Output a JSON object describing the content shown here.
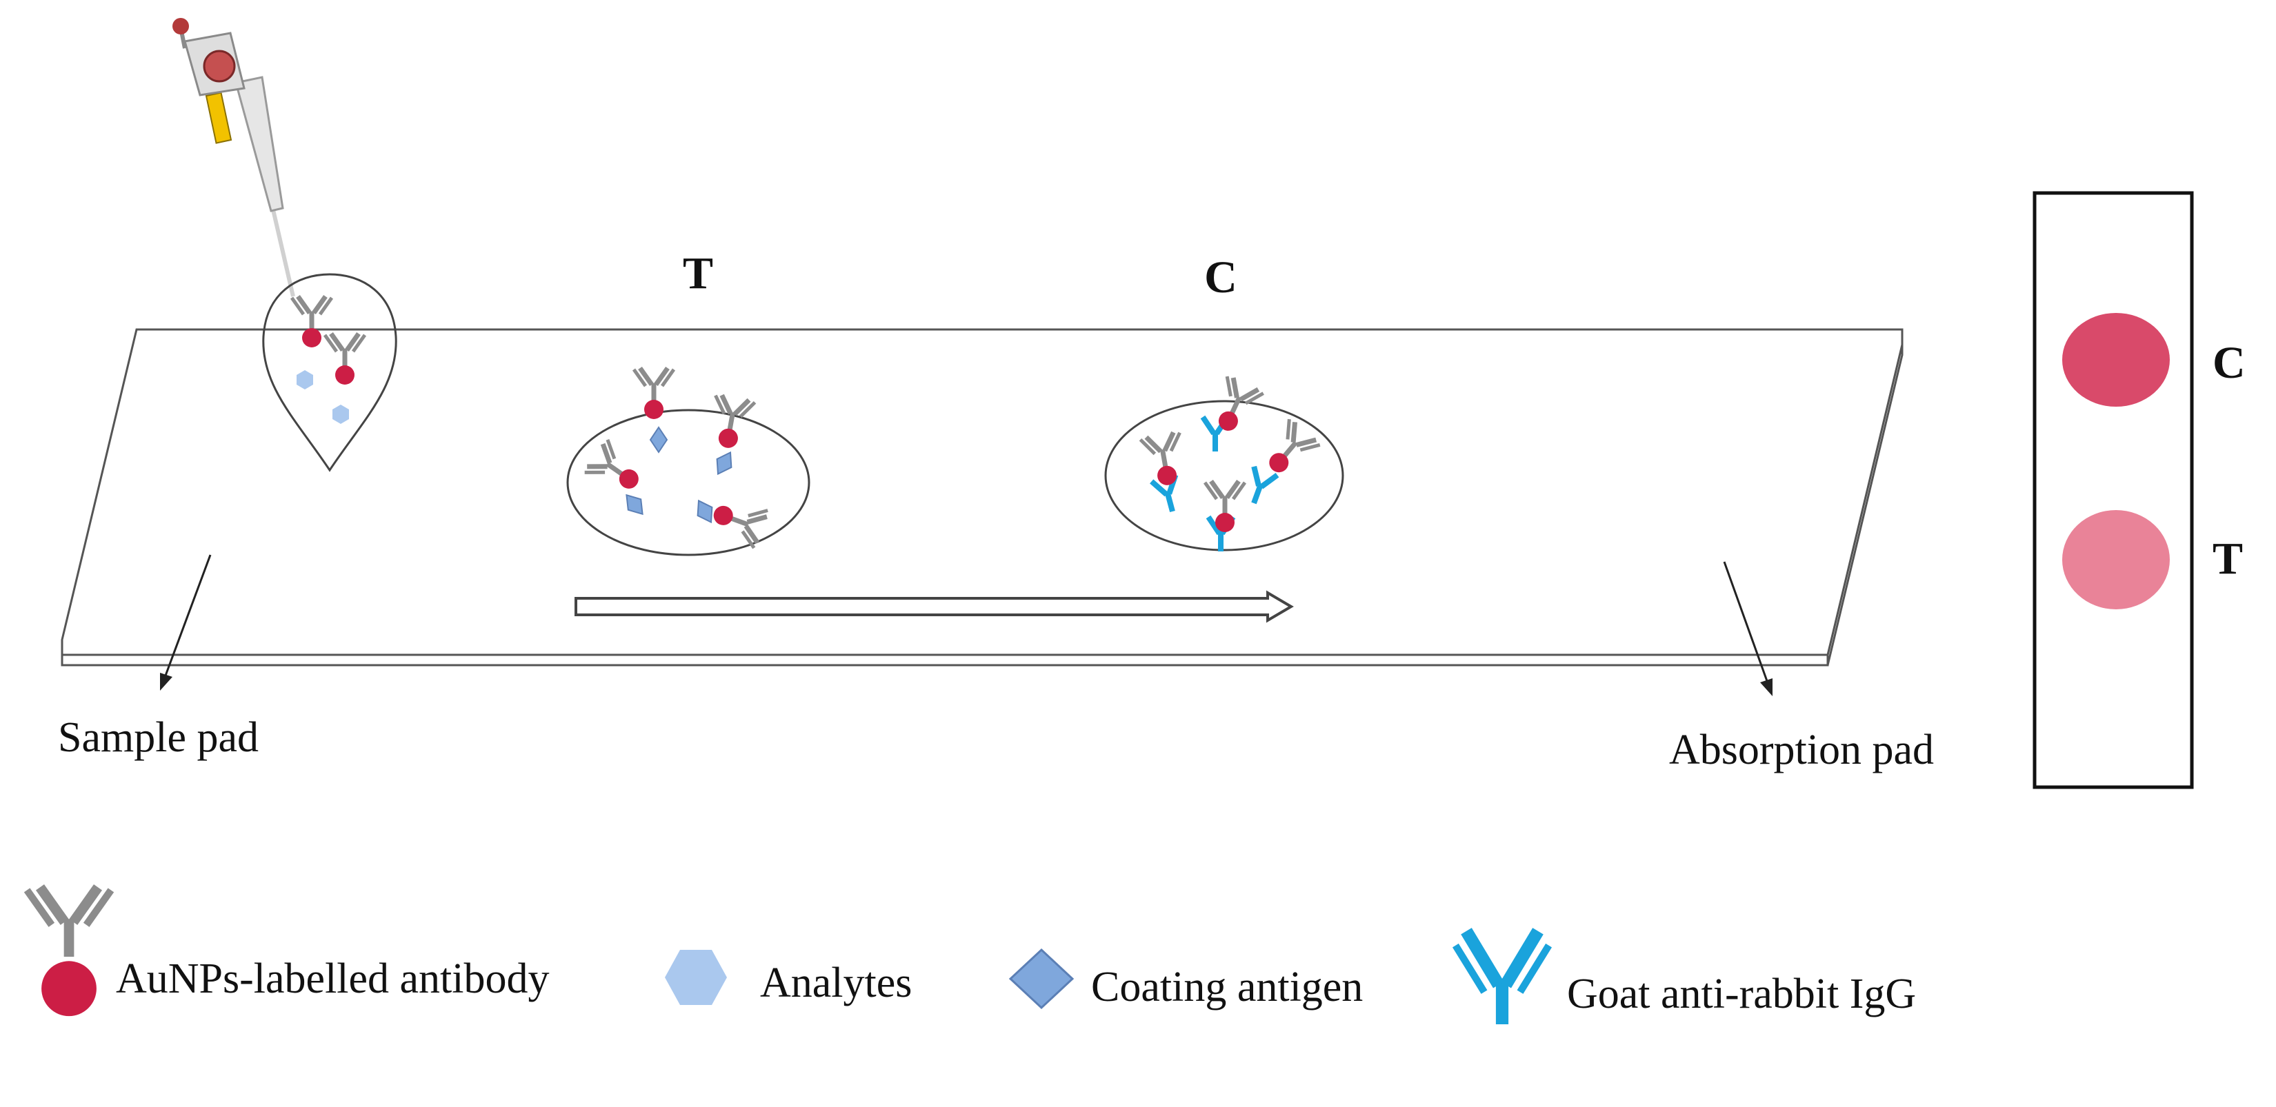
{
  "strip": {
    "zone_test_label": "T",
    "zone_control_label": "C",
    "sample_pad_label": "Sample pad",
    "absorption_pad_label": "Absorption pad"
  },
  "result_card": {
    "control_label": "C",
    "test_label": "T",
    "control_color": "#d94a6a",
    "test_color": "#e98398"
  },
  "legend": {
    "items": [
      {
        "label": "AuNPs-labelled  antibody",
        "icon": "aunp-antibody-icon"
      },
      {
        "label": "Analytes",
        "icon": "analyte-hexagon-icon"
      },
      {
        "label": "Coating antigen",
        "icon": "coating-antigen-diamond-icon"
      },
      {
        "label": "Goat anti-rabbit IgG",
        "icon": "goat-igg-icon"
      }
    ]
  },
  "colors": {
    "aunp_red": "#cc1e45",
    "antibody_gray": "#8c8c8c",
    "analyte_blue": "#aac8ee",
    "antigen_blue": "#7fa7dc",
    "igg_cyan": "#1aa3dc"
  }
}
